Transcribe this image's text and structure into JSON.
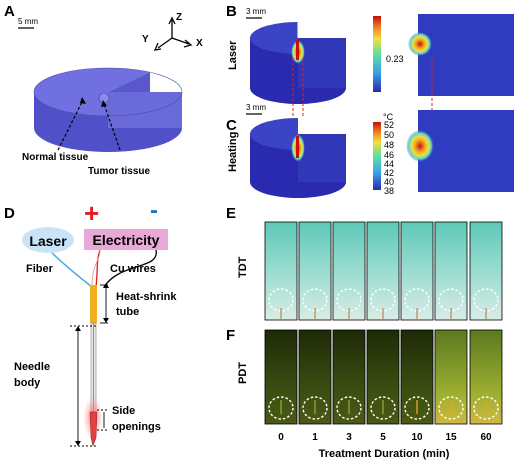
{
  "panels": {
    "a": {
      "label": "A",
      "scale": "5 mm",
      "axes": {
        "z": "Z",
        "y": "Y",
        "x": "X"
      },
      "normal": "Normal tissue",
      "tumor": "Tumor tissue"
    },
    "b": {
      "label": "B",
      "scale": "3 mm",
      "row": "Laser",
      "colorbar_tick": "0.23"
    },
    "c": {
      "label": "C",
      "scale": "3 mm",
      "row": "Heating",
      "unit": "°C",
      "ticks": [
        "52",
        "50",
        "48",
        "46",
        "44",
        "42",
        "40",
        "38"
      ]
    },
    "d": {
      "label": "D",
      "plus": "+",
      "minus": "-",
      "laser": "Laser",
      "electricity": "Electricity",
      "fiber": "Fiber",
      "cu_wires": "Cu wires",
      "heat_shrink": "Heat-shrink",
      "tube": "tube",
      "needle": "Needle",
      "body": "body",
      "side": "Side",
      "openings": "openings"
    },
    "e": {
      "label": "E",
      "row": "TDT"
    },
    "f": {
      "label": "F",
      "row": "PDT"
    },
    "x_ticks": [
      "0",
      "1",
      "3",
      "5",
      "10",
      "15",
      "60"
    ],
    "x_title": "Treatment Duration (min)"
  },
  "colors": {
    "tissue": "#6666dd",
    "tdt": "#8ad8c8",
    "pdt": "#3a4a12",
    "red": "#e02020",
    "blue": "#1a75bc",
    "pink": "#e8a9d6",
    "laserblue": "#c9e4f7"
  }
}
